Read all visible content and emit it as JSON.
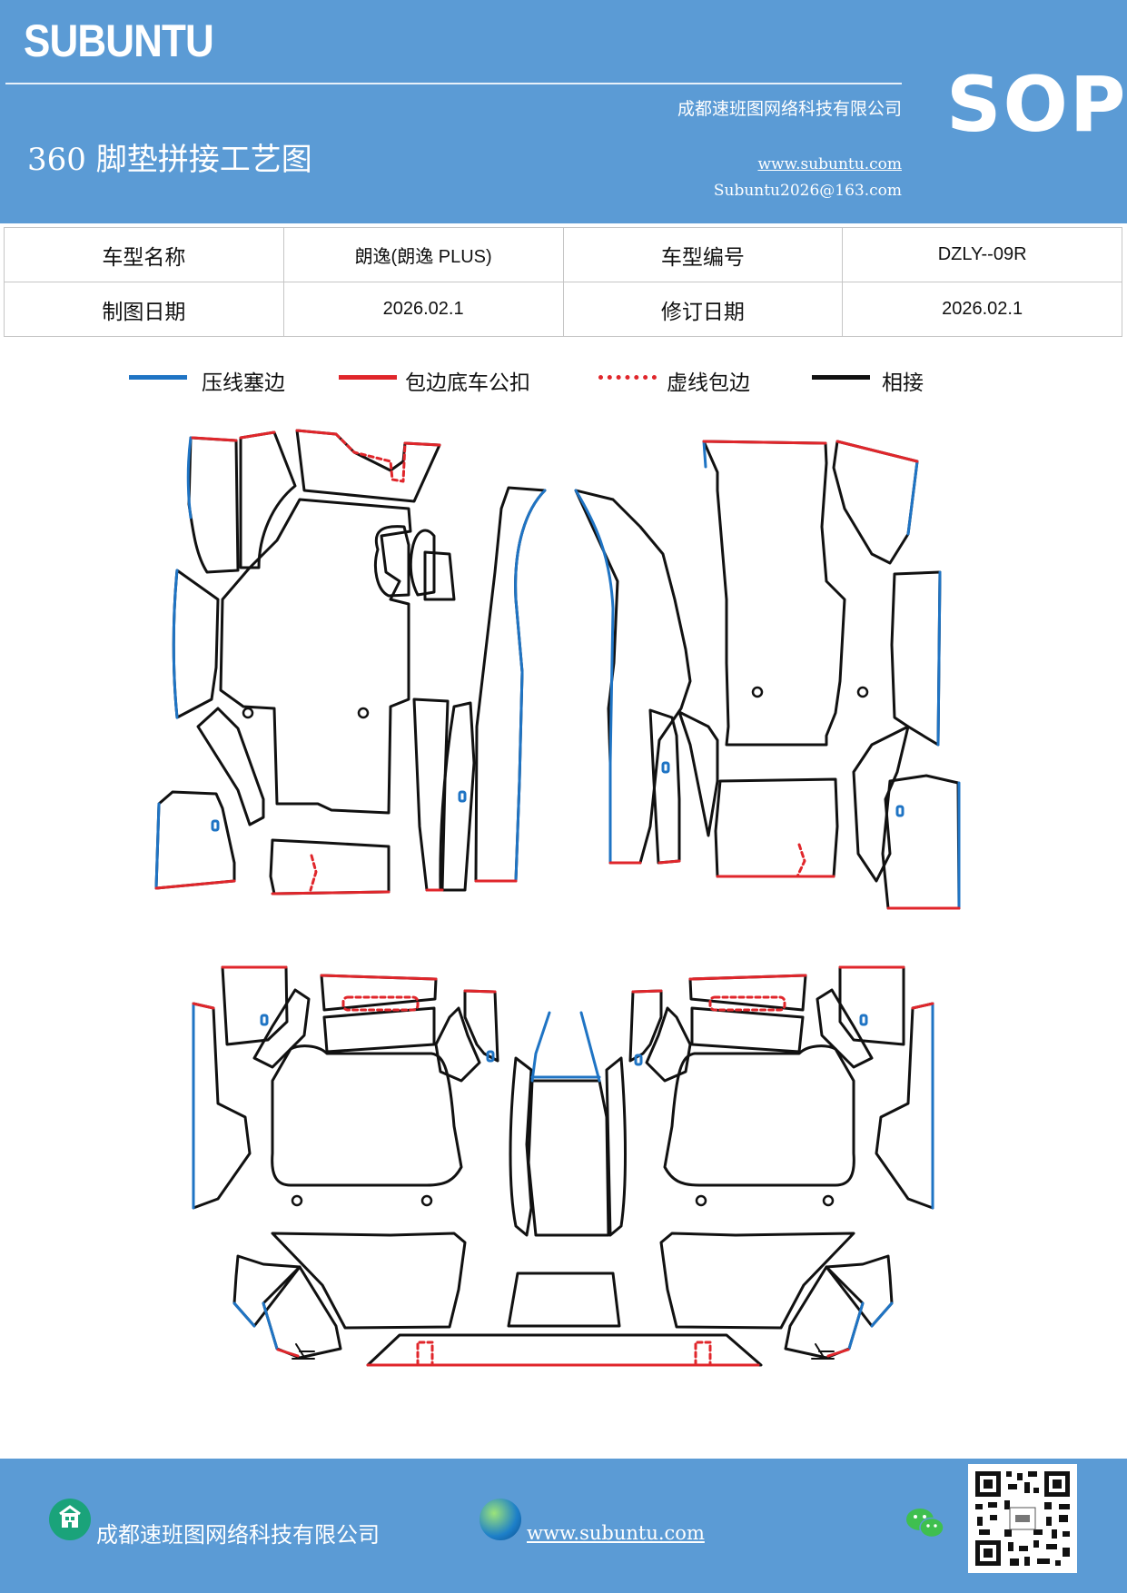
{
  "header": {
    "logo": "SUBUNTU",
    "company": "成都速班图网络科技有限公司",
    "title": "360 脚垫拼接工艺图",
    "website": "www.subuntu.com",
    "email": "Subuntu2026@163.com",
    "badge": "SOP"
  },
  "info_table": {
    "model_name_label": "车型名称",
    "model_name_value": "朗逸(朗逸 PLUS)",
    "model_code_label": "车型编号",
    "model_code_value": "DZLY--09R",
    "drawing_date_label": "制图日期",
    "drawing_date_value": "2026.02.1",
    "revision_date_label": "修订日期",
    "revision_date_value": "2026.02.1"
  },
  "legend": [
    {
      "label": "压线塞边",
      "color": "#1f74c4",
      "style": "solid"
    },
    {
      "label": "包边底车公扣",
      "color": "#e0262b",
      "style": "solid"
    },
    {
      "label": "虚线包边",
      "color": "#e0262b",
      "style": "dotted"
    },
    {
      "label": "相接",
      "color": "#111111",
      "style": "solid"
    }
  ],
  "footer": {
    "company": "成都速班图网络科技有限公司",
    "website": "www.subuntu.com",
    "icons": [
      "building-icon",
      "globe-icon",
      "wechat-icon",
      "qr-code"
    ]
  }
}
